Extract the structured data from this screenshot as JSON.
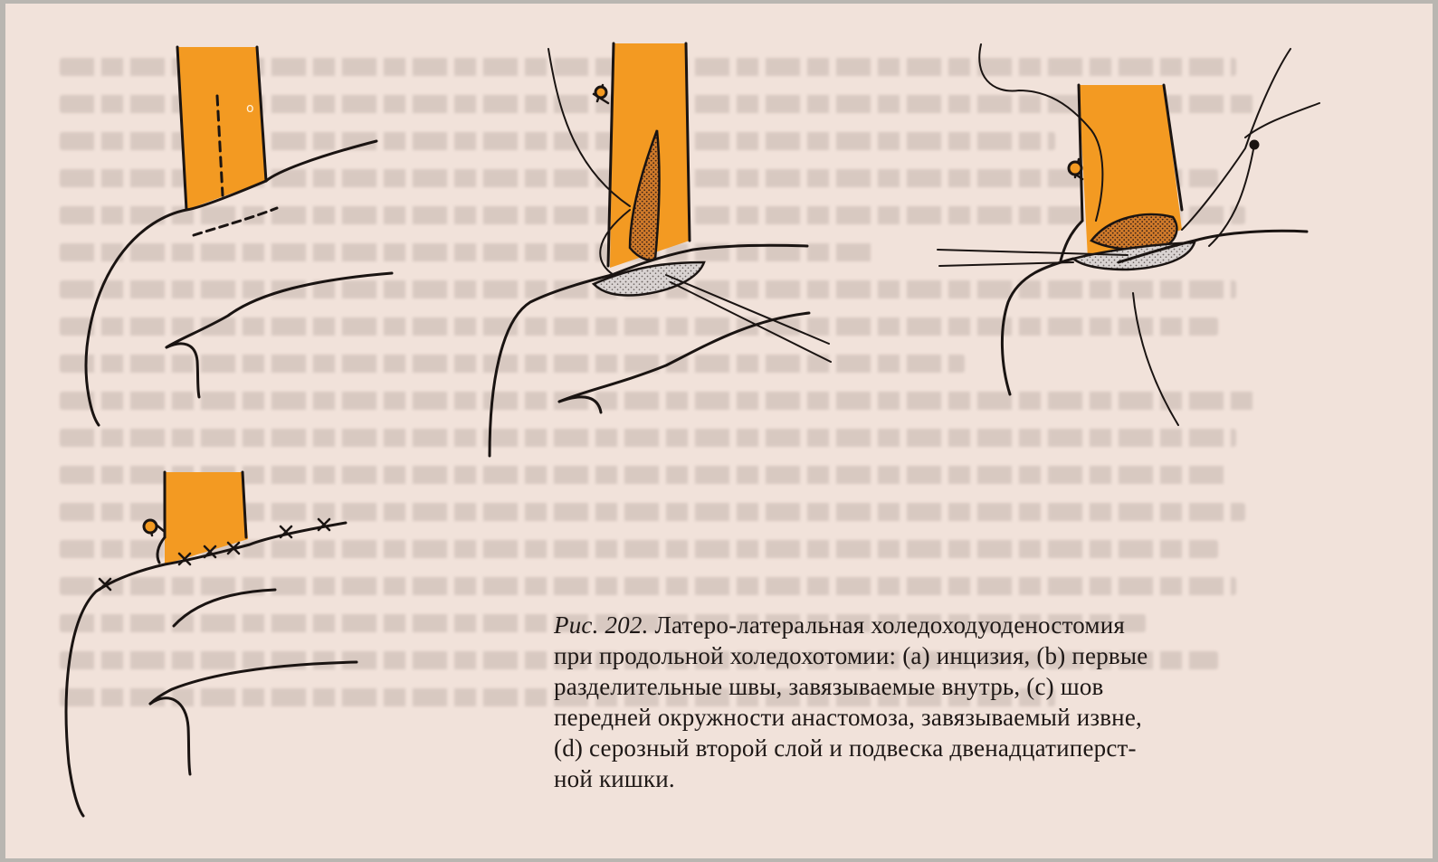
{
  "figure": {
    "label": "Рис. 202.",
    "caption_lines": [
      "Латеро-латеральная холедоходуоденостомия",
      "при продольной холедохотомии: (a) инцизия, (b) первые",
      "разделительные швы, завязываемые внутрь, (c) шов",
      "передней окружности анастомоза, завязываемый извне,",
      "(d) серозный второй слой и подвеска двенадцатиперст-",
      "ной кишки."
    ]
  },
  "colors": {
    "duct_orange": "#f39a22",
    "paper": "#f1e2da",
    "ink": "#1a1412",
    "mucosa_stipple": "#cfc8c6"
  },
  "illustrations": [
    {
      "panel": "a",
      "name": "incision"
    },
    {
      "panel": "b",
      "name": "first-separating-sutures"
    },
    {
      "panel": "c",
      "name": "anterior-circumference-suture"
    },
    {
      "panel": "d",
      "name": "serous-second-layer"
    }
  ]
}
